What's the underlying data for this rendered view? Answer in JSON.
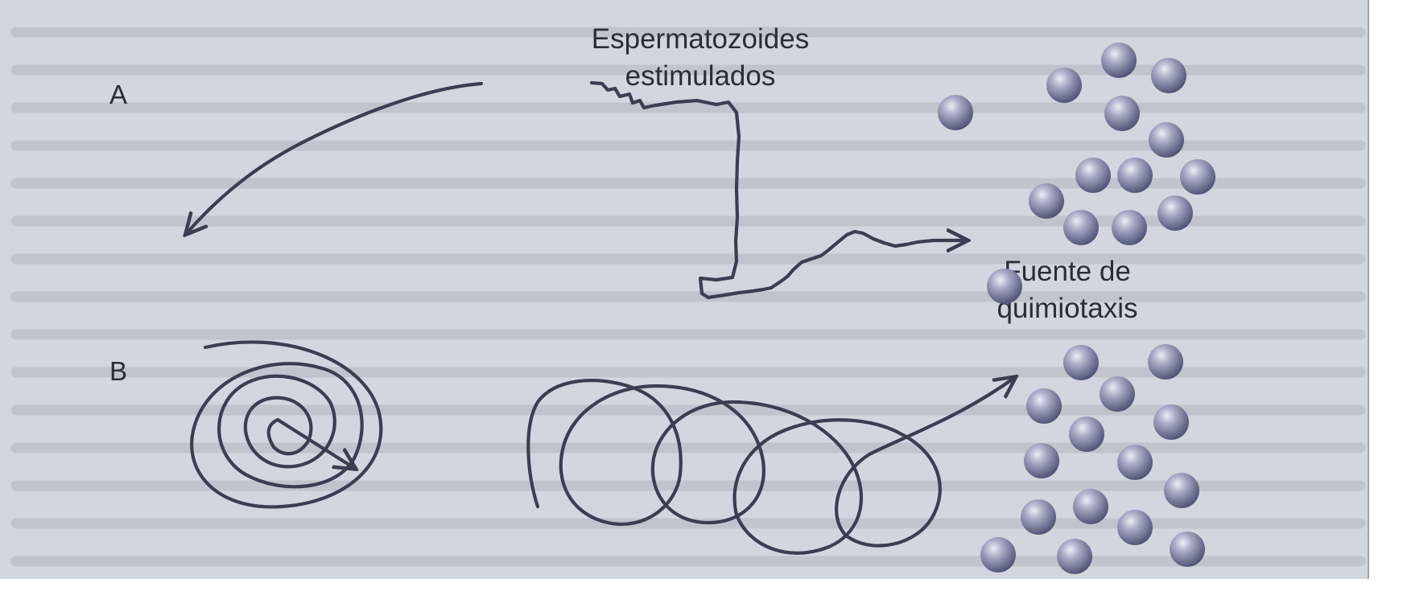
{
  "labels": {
    "panel_a": "A",
    "panel_b": "B",
    "stimulated_sperm_line1": "Espermatozoides",
    "stimulated_sperm_line2": "estimulados",
    "chemotaxis_source_line1": "Fuente de",
    "chemotaxis_source_line2": "quimiotaxis"
  },
  "colors": {
    "background_scan": "#d2d6de",
    "trajectory": "#3b3e50",
    "text": "#2a2c36",
    "sphere_light": "#e6e8f2",
    "sphere_dark": "#5a5f82"
  }
}
